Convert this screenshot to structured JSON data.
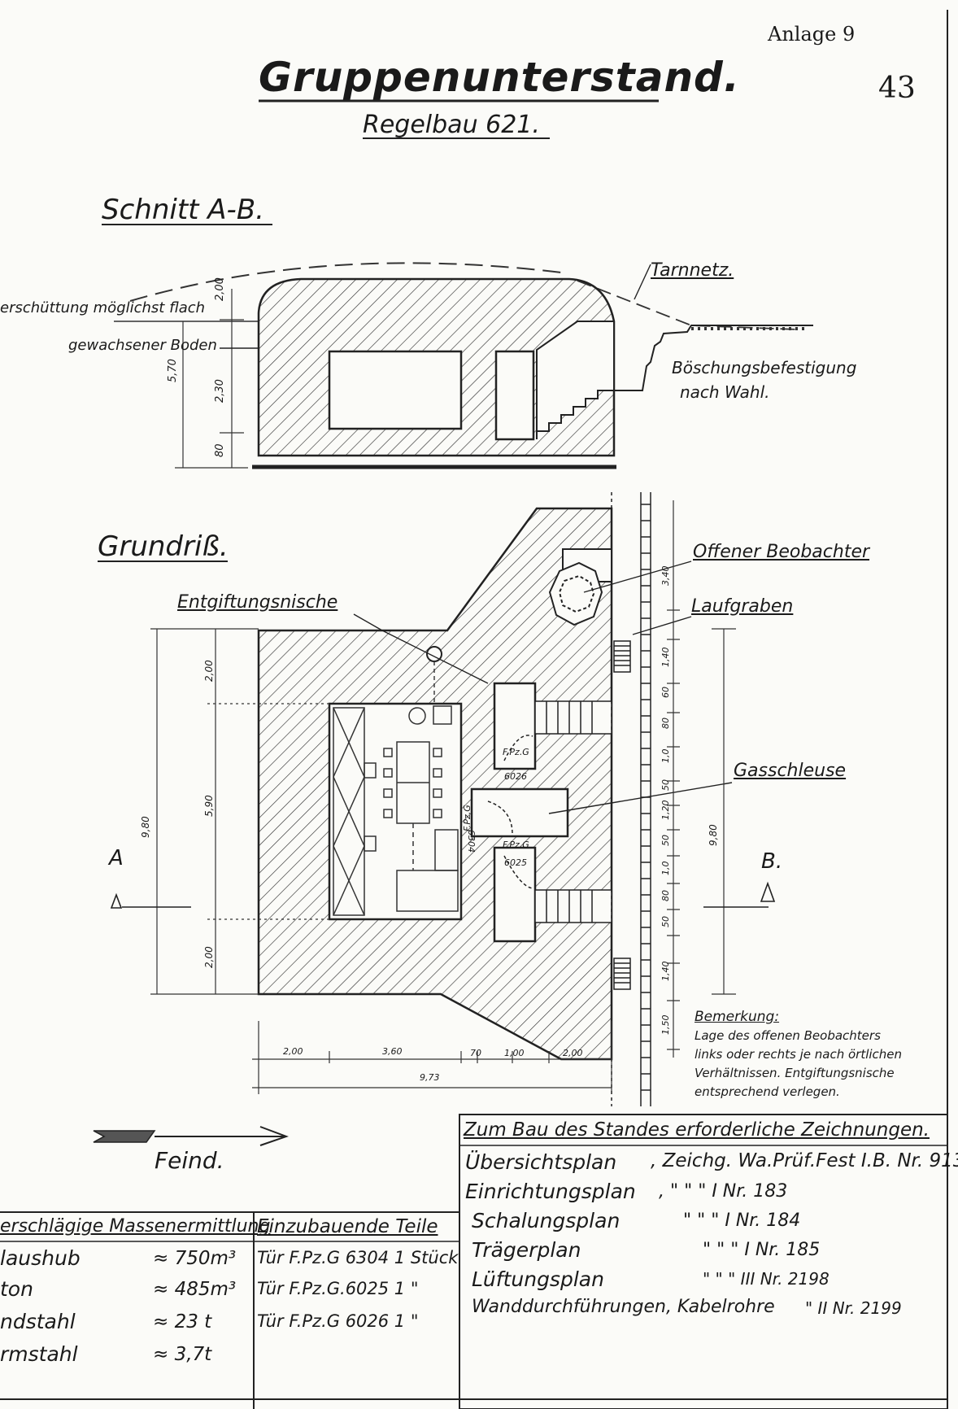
{
  "header": {
    "annex": "Anlage 9",
    "page_number": "43",
    "title": "Gruppenunterstand.",
    "subtitle": "Regelbau 621."
  },
  "section": {
    "title": "Schnitt A-B.",
    "labels": {
      "fill_note": "erschüttung möglichst flach",
      "ground": "gewachsener Boden",
      "camouflage": "Tarnnetz.",
      "slope_line1": "Böschungsbefestigung",
      "slope_line2": "nach Wahl."
    },
    "dimensions": [
      "2,00",
      "5,70",
      "2,30",
      "80"
    ]
  },
  "plan": {
    "title": "Grundriß.",
    "labels": {
      "decon": "Entgiftungsnische",
      "observer": "Offener Beobachter",
      "trench": "Laufgraben",
      "gaslock": "Gasschleuse",
      "door1_a": "F.Pz.G",
      "door1_b": "6026",
      "door2_a": "F.Pz.G",
      "door2_b": "6304",
      "door3_a": "F.Pz.G",
      "door3_b": "6025",
      "cut_a": "A",
      "cut_b": "B."
    },
    "dims_left": [
      "9,80",
      "2,00",
      "5,90",
      "2,00"
    ],
    "dims_right": [
      "3,40",
      "1,40",
      "60",
      "80",
      "1,0",
      "50",
      "1,20",
      "50",
      "1,0",
      "80",
      "50",
      "1,40",
      "1,50"
    ],
    "dim_right_total": "9,80",
    "dims_bottom": [
      "2,00",
      "3,60",
      "70",
      "1,00",
      "2,00"
    ],
    "dim_bottom_total": "9,73"
  },
  "remark": {
    "title": "Bemerkung:",
    "lines": [
      "Lage des offenen Beobachters",
      "links oder rechts je nach örtlichen",
      "Verhältnissen. Entgiftungsnische",
      "entsprechend verlegen."
    ]
  },
  "enemy": {
    "label": "Feind."
  },
  "drawings_table": {
    "header": "Zum Bau des Standes erforderliche Zeichnungen.",
    "rows": [
      {
        "name": "Übersichtsplan",
        "ref": ", Zeichg. Wa.Prüf.Fest I.B. Nr. 913"
      },
      {
        "name": "Einrichtungsplan",
        "ref": ",    \"      \"      \"    I  Nr. 183"
      },
      {
        "name": "Schalungsplan",
        "ref": "\"    \"      \"    I  Nr. 184"
      },
      {
        "name": "Trägerplan",
        "ref": "\"      \"      \"    I  Nr. 185"
      },
      {
        "name": "Lüftungsplan",
        "ref": "\"      \"      \"    III  Nr. 2198"
      },
      {
        "name": "Wanddurchführungen, Kabelrohre",
        "ref": "\"    II  Nr. 2199"
      }
    ]
  },
  "mass_table": {
    "header": "erschlägige Massenermittlung",
    "rows": [
      {
        "item": "laushub",
        "value": "≈ 750m³"
      },
      {
        "item": "ton",
        "value": "≈ 485m³"
      },
      {
        "item": "ndstahl",
        "value": "≈ 23 t"
      },
      {
        "item": "rmstahl",
        "value": "≈ 3,7t"
      }
    ]
  },
  "parts_table": {
    "header": "Einzubauende Teile",
    "rows": [
      "Tür F.Pz.G 6304  1 Stück",
      "Tür F.Pz.G.6025  1   \"",
      "Tür F.Pz.G 6026  1   \""
    ]
  }
}
